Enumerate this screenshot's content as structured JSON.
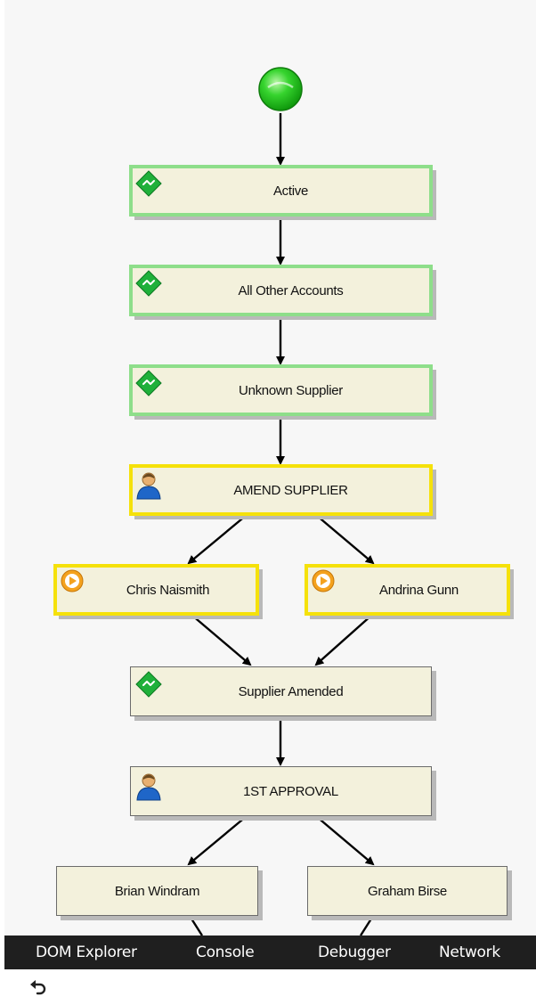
{
  "workflow": {
    "start_icon": "start-circle-icon",
    "nodes": [
      {
        "id": "active",
        "label": "Active",
        "icon": "decision-diamond-icon",
        "state": "done"
      },
      {
        "id": "all-other-accounts",
        "label": "All Other Accounts",
        "icon": "decision-diamond-icon",
        "state": "done"
      },
      {
        "id": "unknown-supplier",
        "label": "Unknown Supplier",
        "icon": "decision-diamond-icon",
        "state": "done"
      },
      {
        "id": "amend-supplier",
        "label": "AMEND SUPPLIER",
        "icon": "user-icon",
        "state": "active"
      },
      {
        "id": "chris-naismith",
        "label": "Chris Naismith",
        "icon": "play-circle-icon",
        "state": "active"
      },
      {
        "id": "andrina-gunn",
        "label": "Andrina Gunn",
        "icon": "play-circle-icon",
        "state": "active"
      },
      {
        "id": "supplier-amended",
        "label": "Supplier Amended",
        "icon": "decision-diamond-icon",
        "state": "pending"
      },
      {
        "id": "first-approval",
        "label": "1ST APPROVAL",
        "icon": "user-icon",
        "state": "pending"
      },
      {
        "id": "brian-windram",
        "label": "Brian Windram",
        "icon": "",
        "state": "pending"
      },
      {
        "id": "graham-birse",
        "label": "Graham Birse",
        "icon": "",
        "state": "pending"
      }
    ],
    "colors": {
      "done_outline": "#8ede8a",
      "active_outline": "#f5e10a",
      "node_fill": "#f3f1dc",
      "start_green": "#22c21f"
    }
  },
  "devtools": {
    "tabs": [
      "DOM Explorer",
      "Console",
      "Debugger",
      "Network"
    ],
    "undo_icon": "undo-arrow-icon"
  }
}
